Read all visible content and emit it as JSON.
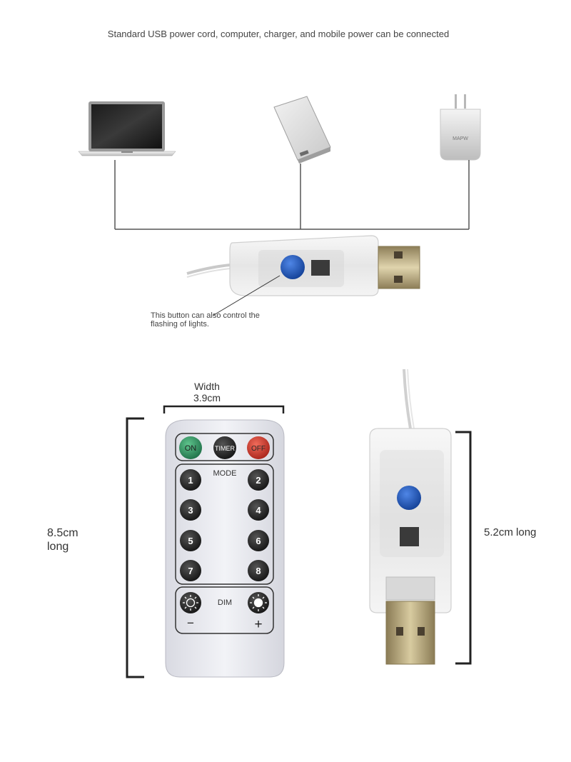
{
  "header": {
    "caption": "Standard USB power cord, computer, charger, and mobile power can be connected"
  },
  "devices": [
    {
      "name": "laptop",
      "icon": "laptop-icon"
    },
    {
      "name": "power-bank",
      "icon": "power-bank-icon"
    },
    {
      "name": "wall-charger",
      "icon": "wall-charger-icon",
      "brand_text": "MAPW"
    }
  ],
  "usb_controller": {
    "note": "This button can also control the flashing of lights.",
    "button_color": "#1e4fa8"
  },
  "remote": {
    "width_label": "Width",
    "width_value": "3.9cm",
    "height_label": "8.5cm long",
    "buttons": {
      "on": "ON",
      "timer": "TIMER",
      "off": "OFF",
      "mode": "MODE",
      "dim": "DIM",
      "minus": "−",
      "plus": "+",
      "numbers": [
        "1",
        "2",
        "3",
        "4",
        "5",
        "6",
        "7",
        "8"
      ]
    },
    "colors": {
      "on": "#2e8b57",
      "timer": "#2b2b2b",
      "off": "#c0392b",
      "body": "#e8e9ef"
    }
  },
  "dongle": {
    "height_label": "5.2cm long"
  }
}
